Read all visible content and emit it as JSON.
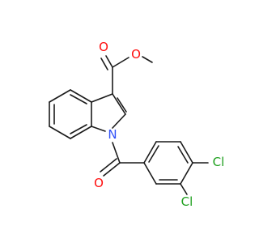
{
  "molecule": {
    "colors": {
      "bond": "#1a1a1a",
      "oxygen": "#ff0d0d",
      "nitrogen": "#3050f8",
      "chlorine": "#1fa01f"
    },
    "atoms": {
      "o_carbonyl_ester": "O",
      "o_ether_ester": "O",
      "n_indole": "N",
      "o_carbonyl_amide": "O",
      "cl_meta": "Cl",
      "cl_para": "Cl"
    }
  }
}
